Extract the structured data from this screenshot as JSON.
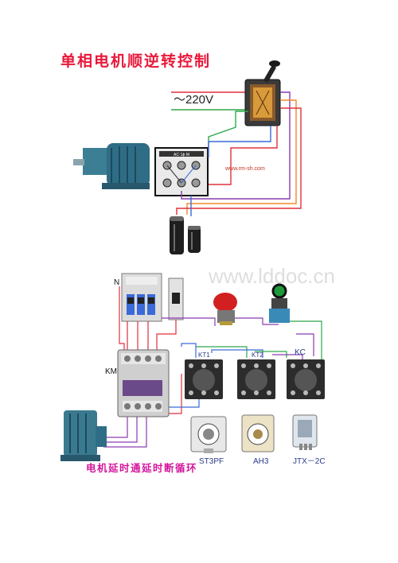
{
  "diagram1": {
    "title": "单相电机顺逆转控制",
    "voltage_label": "～220V",
    "website": "www.rm-sh.com"
  },
  "diagram2": {
    "label_n": "N",
    "label_km": "KM",
    "label_kt1": "KT1",
    "label_kt2": "KT2",
    "label_kc": "KC",
    "label_st3pf": "ST3PF",
    "label_ah3": "AH3",
    "label_jtx": "JTX－2C",
    "title": "电机延时通延时断循环"
  },
  "watermark": "www.lddoc.cn",
  "colors": {
    "title": "#e8183a",
    "wire_red": "#e0303c",
    "wire_green": "#2ea84a",
    "wire_orange": "#f08a2a",
    "wire_blue": "#3a6ad8",
    "wire_purple": "#8a3ab0"
  }
}
